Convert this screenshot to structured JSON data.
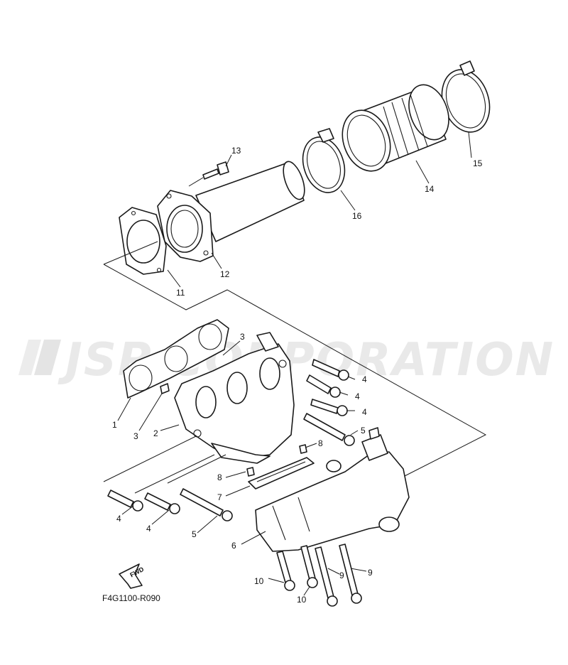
{
  "watermark": {
    "text": "JSP CORPORATION"
  },
  "diagram_code": "F4G1100-R090",
  "fwd_label": "FWD",
  "callouts": {
    "c1": "1",
    "c2": "2",
    "c3a": "3",
    "c3b": "3",
    "c4a": "4",
    "c4b": "4",
    "c4c": "4",
    "c4d": "4",
    "c4e": "4",
    "c5a": "5",
    "c5b": "5",
    "c6": "6",
    "c7": "7",
    "c8a": "8",
    "c8b": "8",
    "c9a": "9",
    "c9b": "9",
    "c10a": "10",
    "c10b": "10",
    "c11": "11",
    "c12": "12",
    "c13": "13",
    "c14": "14",
    "c15": "15",
    "c16": "16"
  }
}
